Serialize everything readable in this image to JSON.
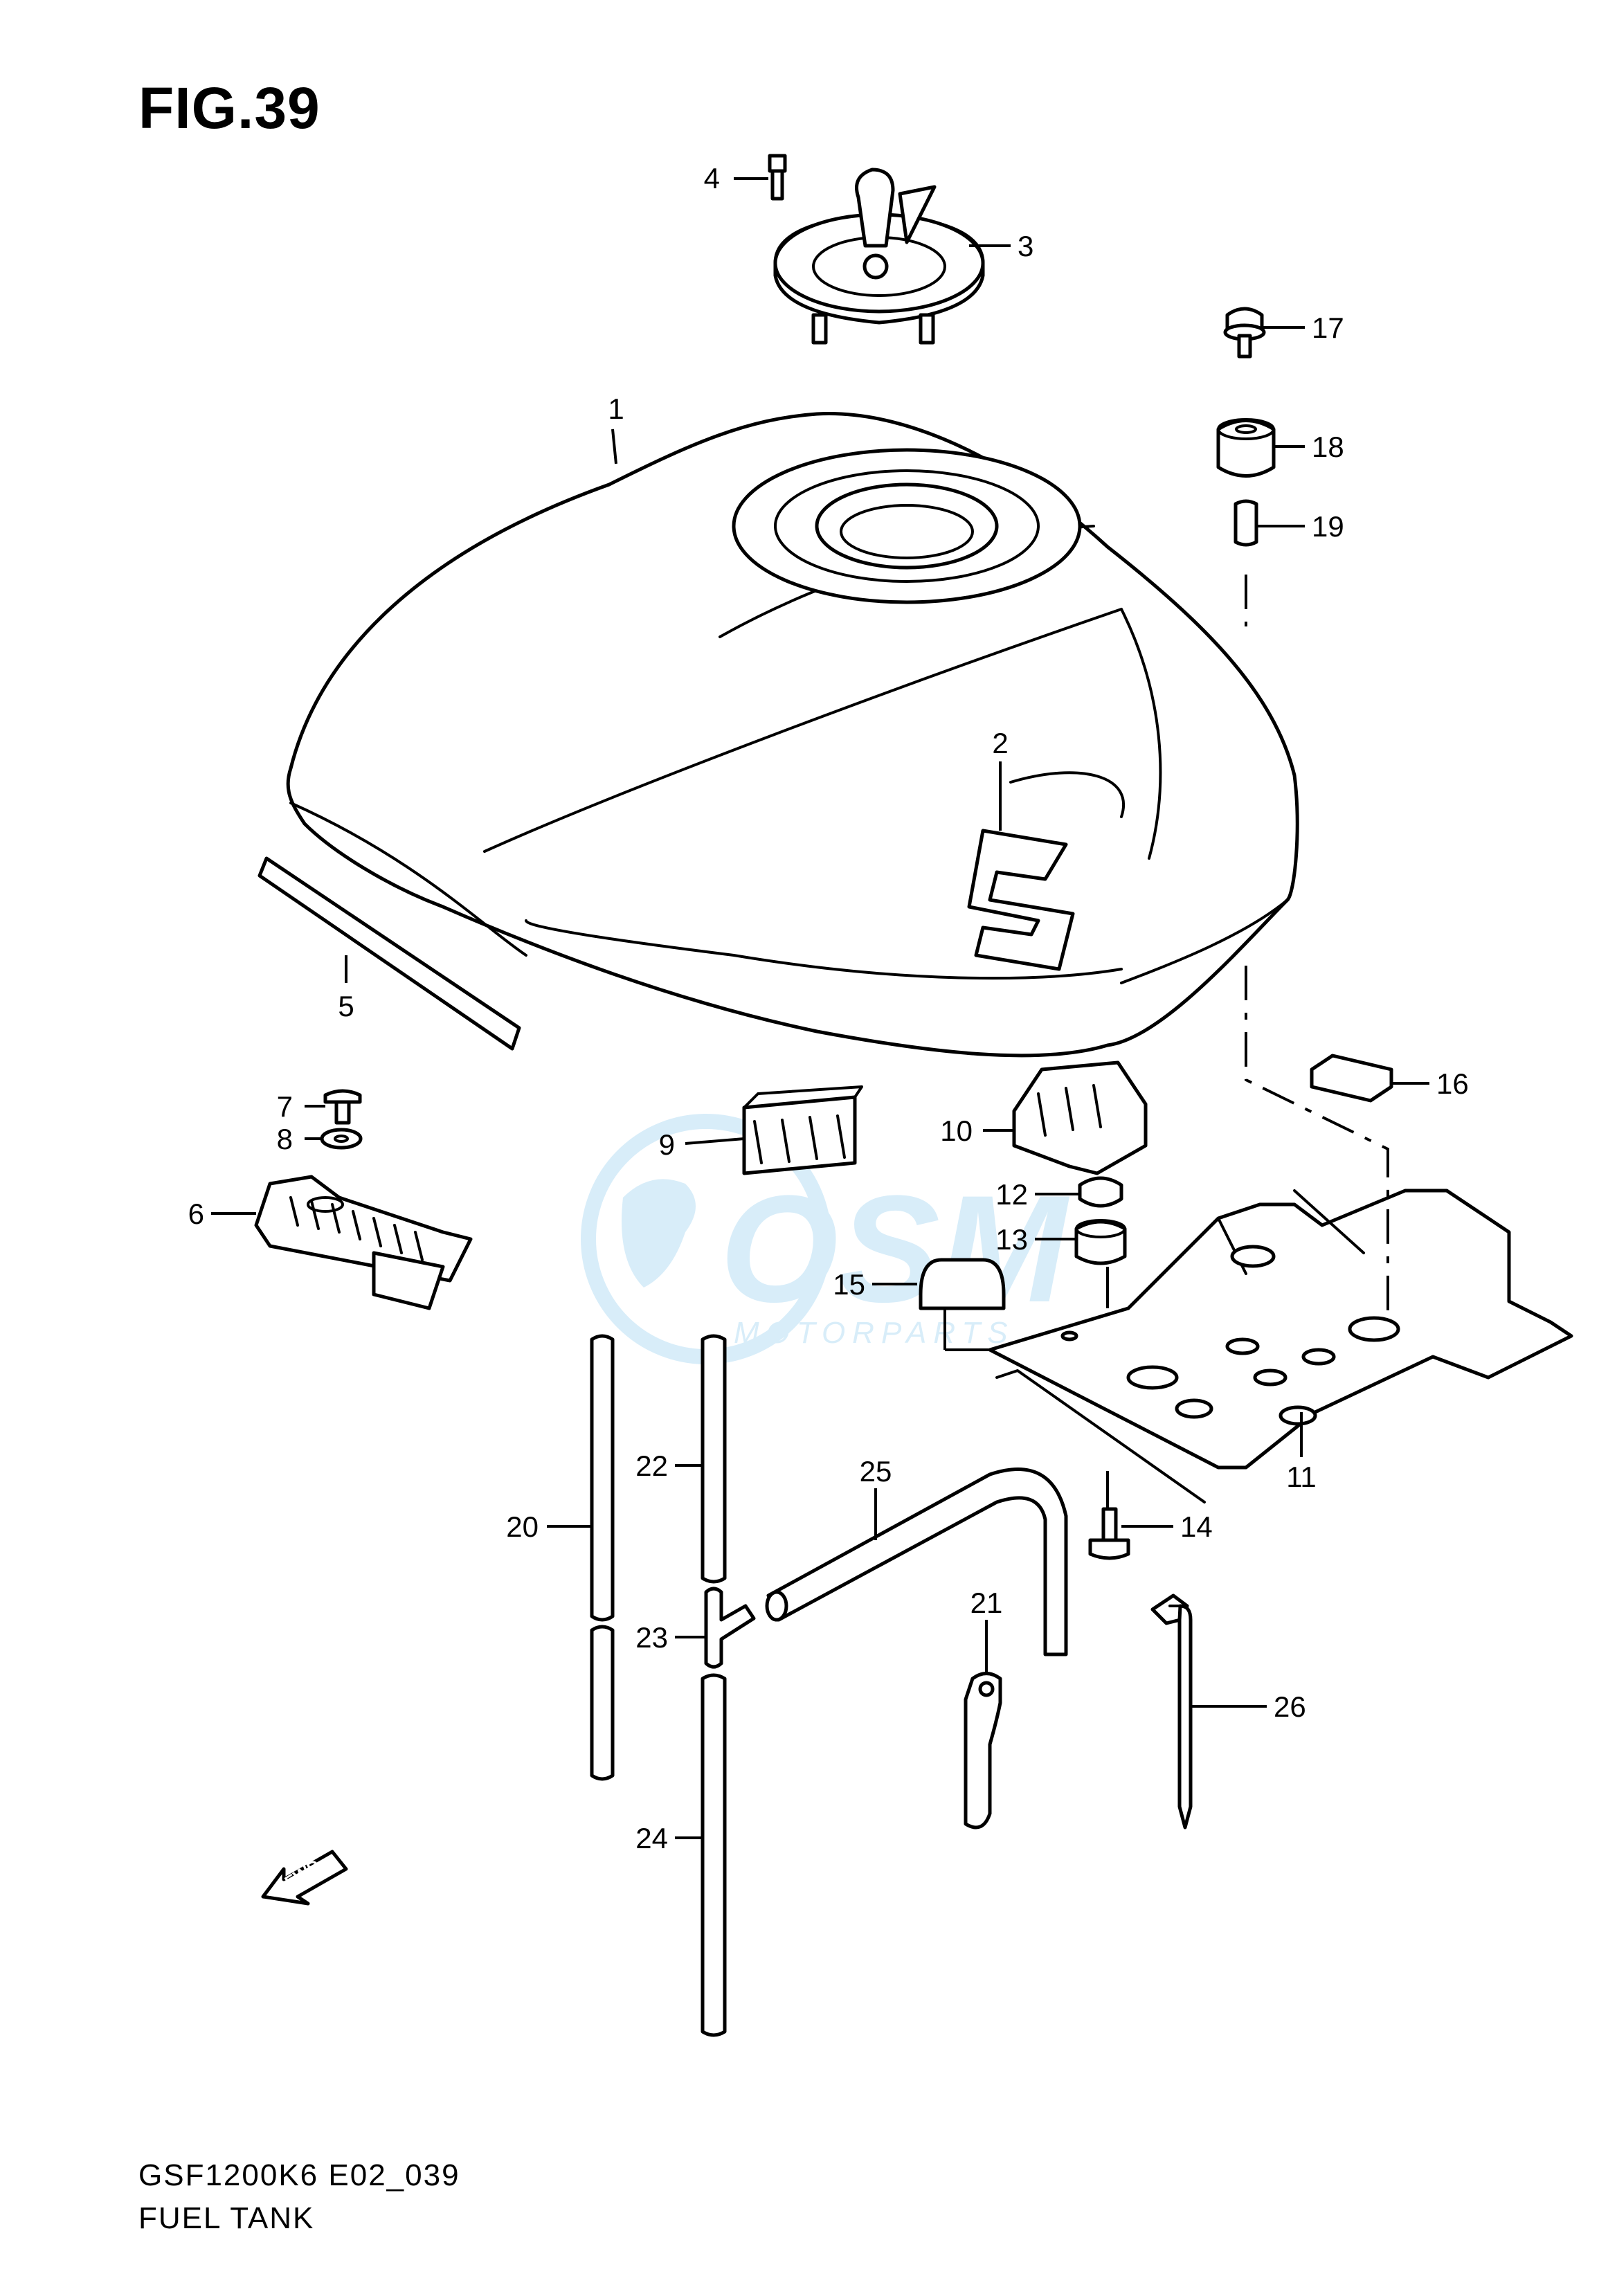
{
  "figure": {
    "title": "FIG.39",
    "code": "GSF1200K6 E02_039",
    "caption": "FUEL TANK"
  },
  "callouts": {
    "c1": "1",
    "c2": "2",
    "c3": "3",
    "c4": "4",
    "c5": "5",
    "c6": "6",
    "c7": "7",
    "c8": "8",
    "c9": "9",
    "c10": "10",
    "c11": "11",
    "c12": "12",
    "c13": "13",
    "c14": "14",
    "c15": "15",
    "c16": "16",
    "c17": "17",
    "c18": "18",
    "c19": "19",
    "c20": "20",
    "c21": "21",
    "c22": "22",
    "c23": "23",
    "c24": "24",
    "c25": "25",
    "c26": "26"
  },
  "watermark": {
    "logo_text": "OSM",
    "tagline": "MOTORPARTS"
  },
  "badge": {
    "fwd": "FWD"
  },
  "colors": {
    "line": "#000000",
    "watermark": "#a9d8f2"
  }
}
